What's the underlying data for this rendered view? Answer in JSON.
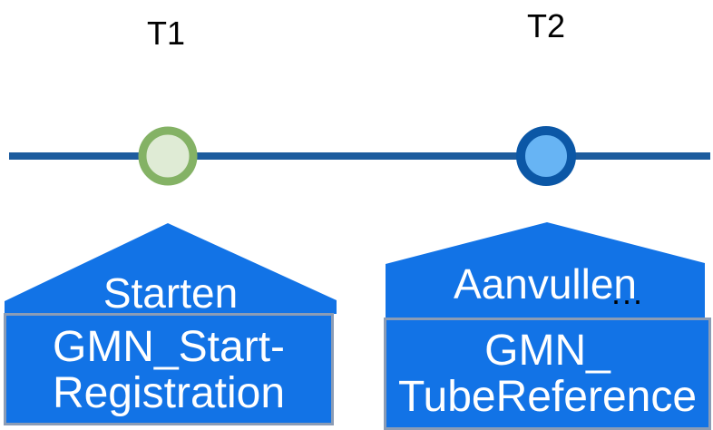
{
  "diagram": {
    "type": "timeline",
    "timeline": {
      "t1_label": "T1",
      "t2_label": "T2"
    },
    "events": [
      {
        "time": "T1",
        "action_label": "Starten",
        "message_line1": "GMN_Start-",
        "message_line2": "Registration"
      },
      {
        "time": "T2",
        "action_label": "Aanvullen",
        "ellipsis": "...",
        "message_line1": "GMN_",
        "message_line2": "TubeReference"
      }
    ]
  },
  "colors": {
    "background": "#ffffff",
    "timeline_line": "#1d5c9e",
    "callout_blue": "#1273e6",
    "box_fill": "#1273e6",
    "box_border": "#8b9cb5",
    "t1_marker_fill": "#dfebd5",
    "t1_marker_border": "#84b265",
    "t2_marker_fill": "#67b4f4",
    "t2_marker_border": "#0b57a6",
    "label_text": "#ffffff",
    "time_text": "#000000"
  }
}
